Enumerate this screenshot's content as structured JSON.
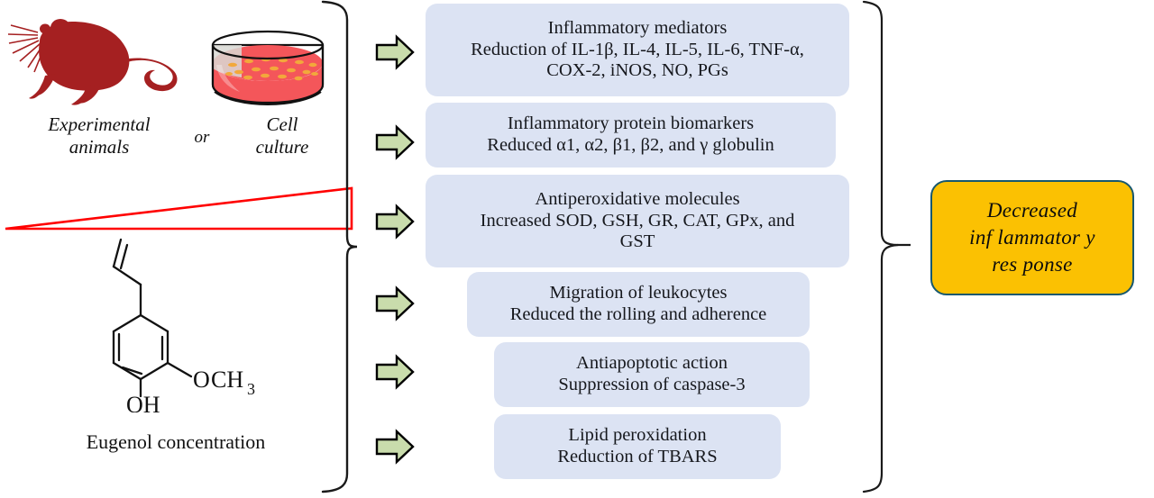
{
  "figure": {
    "title": "Eugenol anti-inflammatory mechanism diagram",
    "colors": {
      "box_fill": "#dce3f3",
      "outcome_fill": "#fbc102",
      "outcome_border": "#17586e",
      "arrow_fill": "#c9dcac",
      "arrow_stroke": "#000000",
      "mouse": "#a52021",
      "petri_medium": "#f4565a",
      "petri_cells": "#f2a83b",
      "gradient_outline": "#ff0000",
      "text": "#16181d"
    }
  },
  "inputs": {
    "animal": {
      "icon": "mouse-icon",
      "label": "Experimental\nanimals"
    },
    "conjunction": "or",
    "cell": {
      "icon": "petri-dish-icon",
      "label": "Cell\nculture"
    },
    "gradient": {
      "icon": "concentration-gradient-triangle",
      "direction": "increasing-left-to-right"
    },
    "compound": {
      "icon": "eugenol-structure",
      "label": "Eugenol concentration",
      "substituents": {
        "hydroxyl": "OH",
        "methoxy_o": "O",
        "methoxy_ch": "CH",
        "methoxy_sub": "3"
      }
    }
  },
  "arrows": {
    "icon": "right-arrow-icon",
    "count": 6
  },
  "pathways": [
    {
      "title": "Inflammatory mediators",
      "detail": "Reduction of IL-1β, IL-4, IL-5, IL-6, TNF-α,\nCOX-2, iNOS, NO, PGs"
    },
    {
      "title": "Inflammatory protein biomarkers",
      "detail": "Reduced α1, α2, β1, β2, and γ globulin"
    },
    {
      "title": "Antiperoxidative molecules",
      "detail": "Increased SOD, GSH, GR, CAT, GPx, and\nGST"
    },
    {
      "title": "Migration of leukocytes",
      "detail": "Reduced the rolling and adherence"
    },
    {
      "title": "Antiapoptotic action",
      "detail": "Suppression of caspase-3"
    },
    {
      "title": "Lipid peroxidation",
      "detail": "Reduction of TBARS"
    }
  ],
  "outcome": {
    "label": "Decreased\ninf lammator y\nres ponse"
  }
}
